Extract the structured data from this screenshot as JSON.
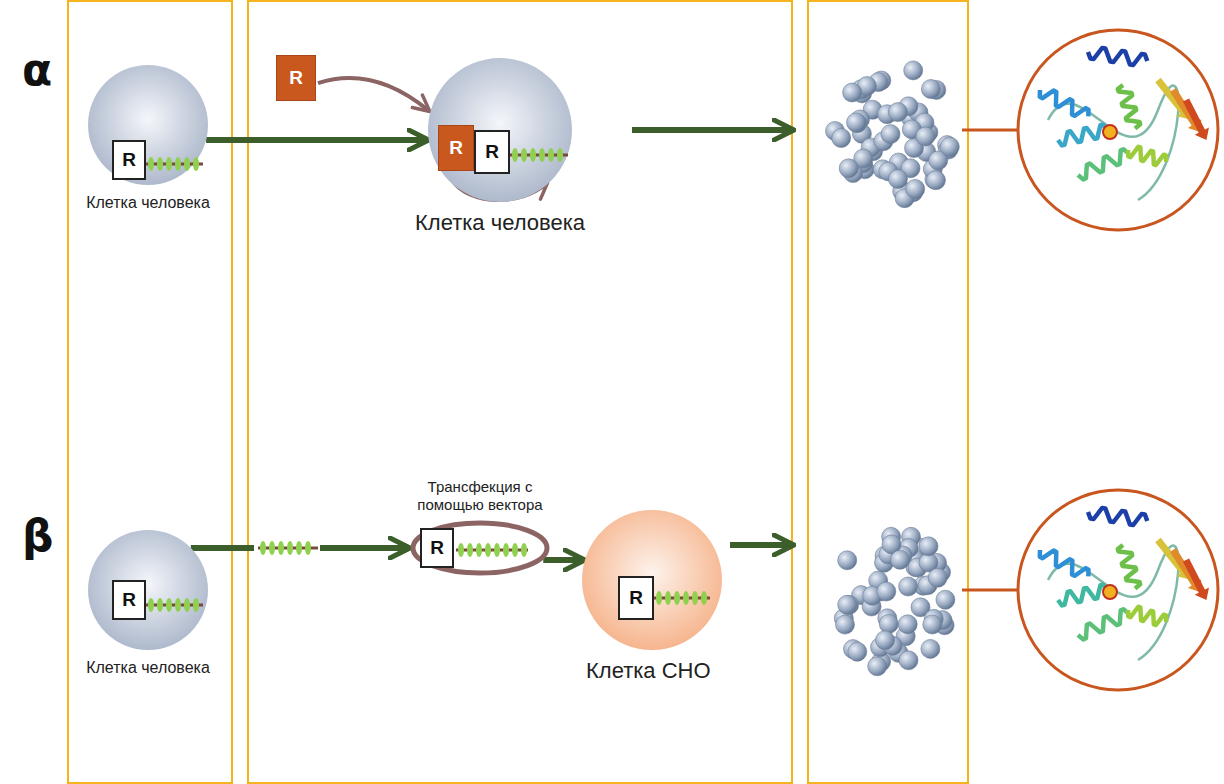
{
  "diagram": {
    "nodes": [
      {
        "text": [
          "Клетка человека"
        ]
      },
      {
        "text": [
          "R"
        ],
        "in": 0
      },
      {
        "text": [
          "R"
        ]
      },
      {
        "text": [
          "Клетка человека"
        ]
      },
      {
        "text": [
          "R"
        ],
        "in": 3
      },
      {
        "text": [
          "R"
        ],
        "in": 3
      },
      {
        "text": [
          "Клетка человека"
        ]
      },
      {
        "text": [
          "R"
        ],
        "in": 6
      },
      {
        "text": [
          "Трансфекция с помощью вектора"
        ]
      },
      {
        "text": [
          "R"
        ],
        "in": 8
      },
      {
        "text": [
          "Клетка CHO"
        ]
      },
      {
        "text": [
          "R"
        ],
        "in": 10
      }
    ],
    "edges": [
      {
        "from": 0,
        "to": 3,
        "arrow": "to"
      },
      {
        "from": 2,
        "to": 3,
        "arrow": "to"
      },
      {
        "from": 6,
        "to": 8,
        "arrow": "to"
      },
      {
        "from": 8,
        "to": 10,
        "arrow": "to"
      }
    ],
    "labels": [
      "α",
      "β"
    ]
  }
}
